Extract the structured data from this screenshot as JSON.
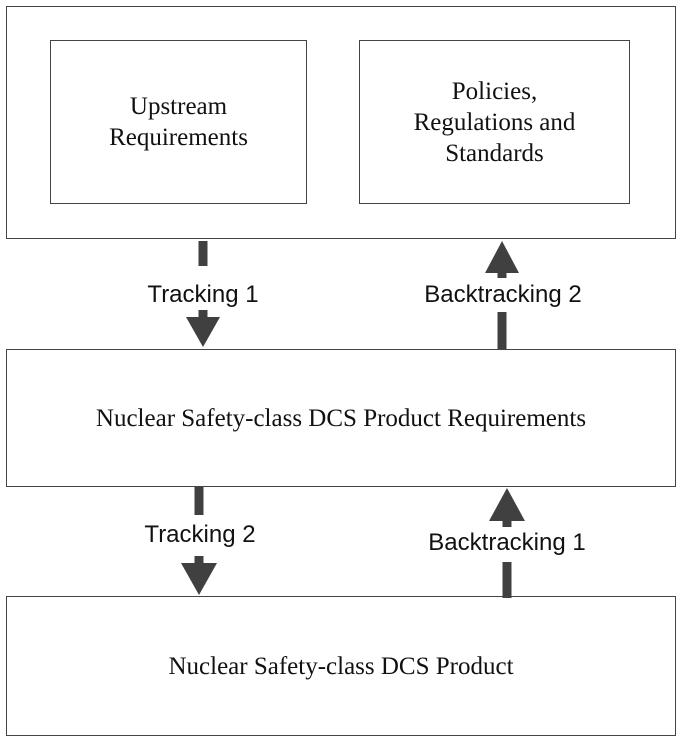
{
  "upstream_requirements": "Upstream\nRequirements",
  "policies": "Policies,\nRegulations and\nStandards",
  "product_requirements": "Nuclear Safety-class DCS Product Requirements",
  "product": "Nuclear Safety-class DCS Product",
  "edges": {
    "tracking_1": "Tracking 1",
    "backtracking_2": "Backtracking 2",
    "tracking_2": "Tracking 2",
    "backtracking_1": "Backtracking 1"
  },
  "colors": {
    "border": "#444444",
    "arrow": "#404040"
  }
}
